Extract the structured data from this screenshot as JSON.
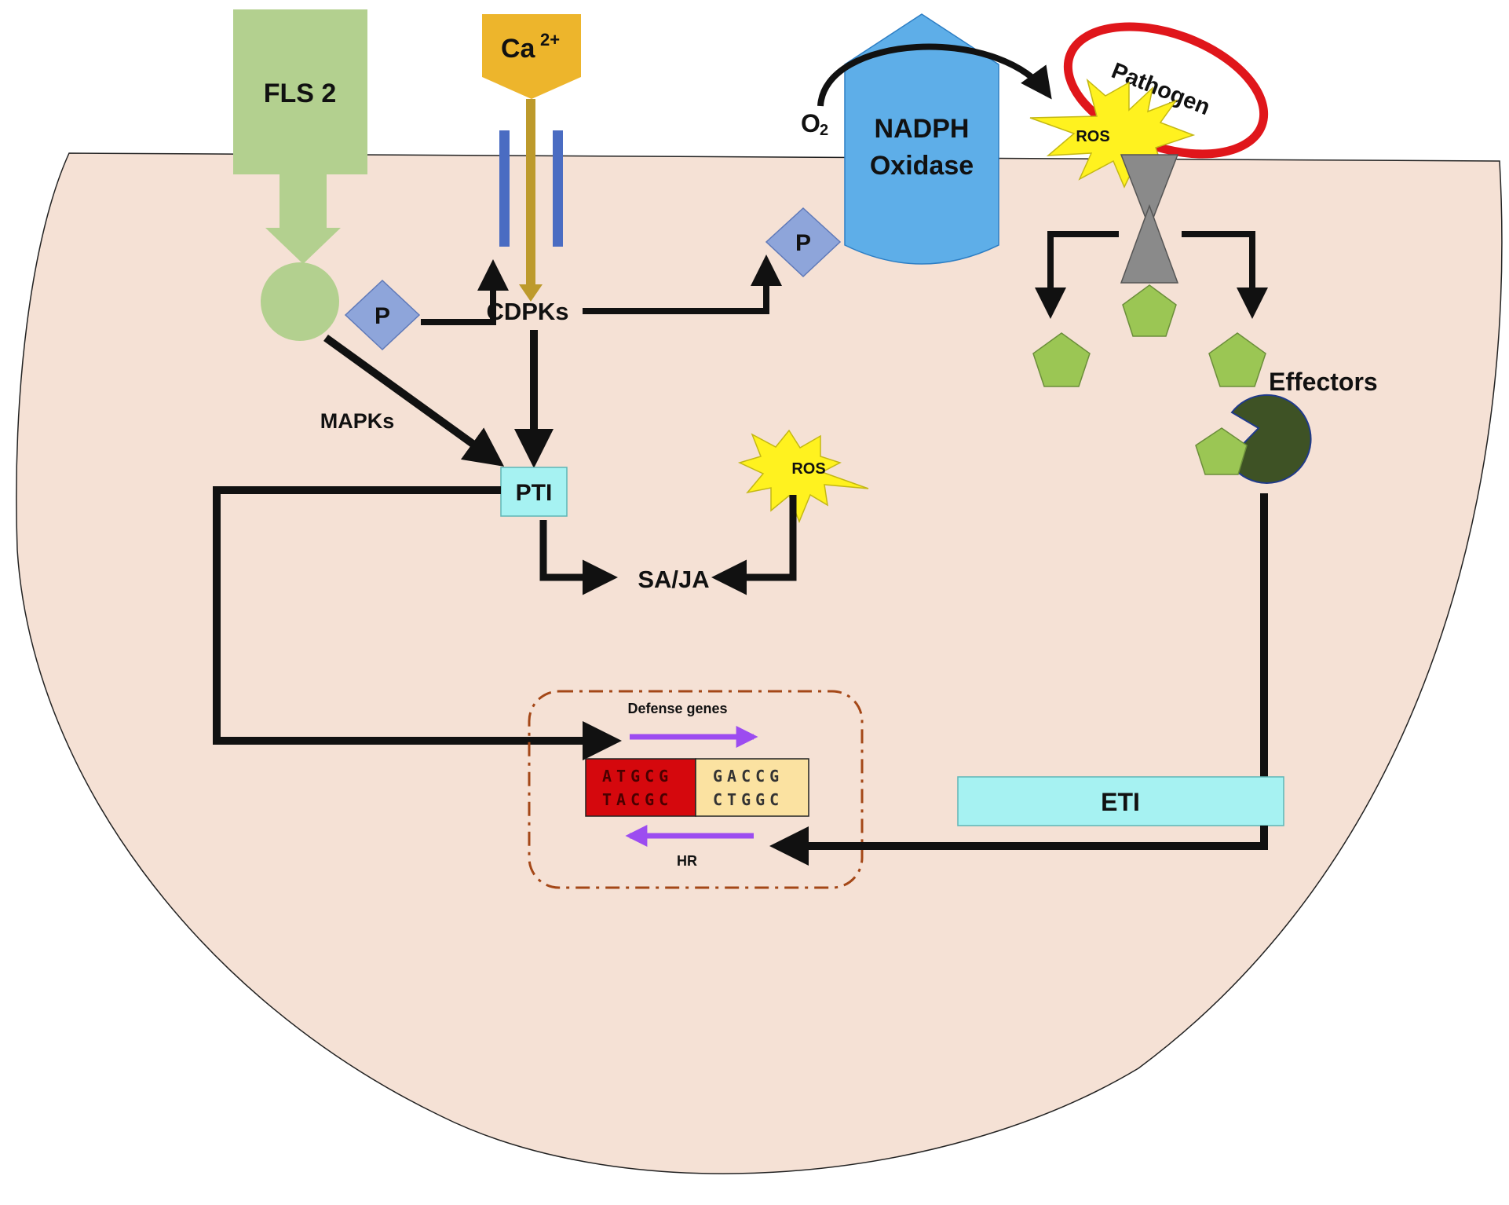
{
  "diagram": {
    "receptor": {
      "label": "FLS 2"
    },
    "calcium": {
      "symbol": "Ca",
      "charge": "2+"
    },
    "nadph": {
      "line1": "NADPH",
      "line2": "Oxidase"
    },
    "oxygen": {
      "symbol": "O",
      "subscript": "2"
    },
    "pathogen": {
      "label": "Pathogen"
    },
    "ros": {
      "label": "ROS"
    },
    "phosphate": {
      "label": "P"
    },
    "kinases": {
      "cdpk": "CDPKs",
      "mapk": "MAPKs"
    },
    "pti": {
      "label": "PTI"
    },
    "hormones": {
      "label": "SA/JA"
    },
    "effectors": {
      "label": "Effectors"
    },
    "eti": {
      "label": "ETI"
    },
    "nucleus": {
      "defense_label": "Defense genes",
      "hr_label": "HR",
      "dna_left_top": "ATGCG",
      "dna_left_bottom": "TACGC",
      "dna_right_top": "GACCG",
      "dna_right_bottom": "CTGGC"
    },
    "colors": {
      "cell": "#f5e1d5",
      "receptor": "#b3d08f",
      "calcium": "#edb52c",
      "nadph": "#5eaee8",
      "phosphate": "#8ea5da",
      "pti_box": "#a6f2f2",
      "ros": "#fff21f",
      "effector": "#9bc654",
      "r_protein": "#3e5225",
      "pathogen_ring": "#e0161b",
      "dna_red": "#d5080d",
      "dna_yellow": "#fbe2a1",
      "gene_arrow": "#9c4cf0",
      "nucleus_border": "#a44717",
      "channel": "#4a6cc2",
      "ca_flow": "#bd9a2c",
      "pore": "#8a8a8a"
    }
  }
}
